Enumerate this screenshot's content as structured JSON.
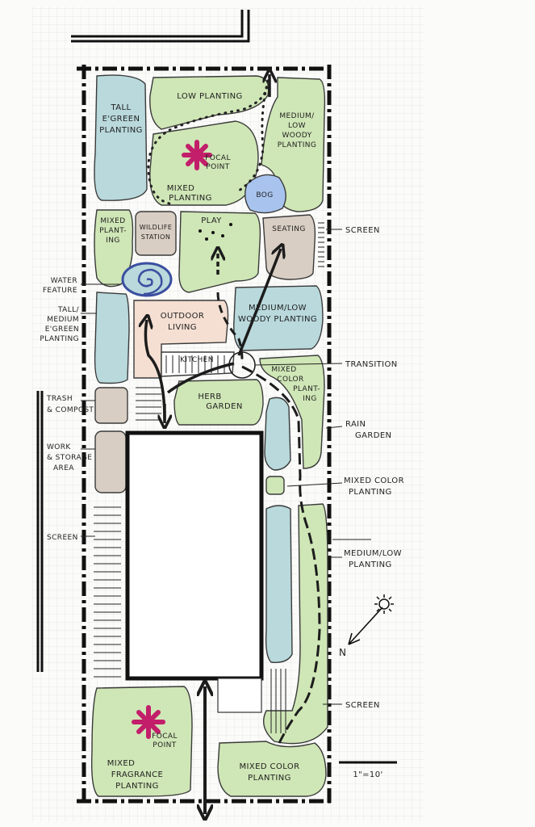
{
  "labels": {
    "tall_egreen": [
      "TALL",
      "E'GREEN",
      "PLANTING"
    ],
    "low_planting": [
      "LOW PLANTING"
    ],
    "medium_low_woody_top": [
      "MEDIUM/",
      "LOW",
      "WOODY",
      "PLANTING"
    ],
    "focal_point_top": [
      "FOCAL",
      "POINT"
    ],
    "mixed_planting": [
      "MIXED",
      "PLANTING"
    ],
    "bog": [
      "BOG"
    ],
    "mixed_planting_left": [
      "MIXED",
      "PLANT-",
      "ING"
    ],
    "wildlife_station": [
      "WILDLIFE",
      "STATION"
    ],
    "play": [
      "PLAY"
    ],
    "seating": [
      "SEATING"
    ],
    "screen_top": [
      "SCREEN"
    ],
    "water_feature": [
      "WATER",
      "FEATURE"
    ],
    "outdoor_living": [
      "OUTDOOR",
      "LIVING"
    ],
    "medium_low_woody_mid": [
      "MEDIUM/LOW",
      "WOODY PLANTING"
    ],
    "tall_medium_egreen": [
      "TALL/",
      "MEDIUM",
      "E'GREEN",
      "PLANTING"
    ],
    "kitchen": [
      "KITCHEN"
    ],
    "transition": [
      "TRANSITION"
    ],
    "mixed_color_mid": [
      "MIXED",
      "COLOR",
      "PLANT-",
      "ING"
    ],
    "trash_compost": [
      "TRASH",
      "& COMPOST"
    ],
    "herb_garden": [
      "HERB",
      "GARDEN"
    ],
    "rain_garden": [
      "RAIN",
      "GARDEN"
    ],
    "work_storage": [
      "WORK",
      "& STORAGE",
      "AREA"
    ],
    "mixed_color_planting_right": [
      "MIXED COLOR",
      "PLANTING"
    ],
    "screen_left": [
      "SCREEN"
    ],
    "medium_low_planting": [
      "MEDIUM/LOW",
      "PLANTING"
    ],
    "north": [
      "N"
    ],
    "screen_bottom": [
      "SCREEN"
    ],
    "focal_point_bottom": [
      "FOCAL",
      "POINT"
    ],
    "mixed_fragrance": [
      "MIXED",
      "FRAGRANCE",
      "PLANTING"
    ],
    "mixed_color_bottom": [
      "MIXED COLOR",
      "PLANTING"
    ],
    "scale": [
      "1\"=10'"
    ]
  },
  "colors": {
    "green_fill": "#cfe6b6",
    "blue_fill": "#b9d9dc",
    "bog_blue": "#a8c4ee",
    "outdoor_living_fill": "#f4dfd2",
    "storage_fill": "#d9cec3",
    "focal_magenta": "#c21e6a",
    "water_blue": "#3b4fa0",
    "ink": "#1c1c1c",
    "grid": "#e3e4e6"
  },
  "icons": [
    "focal-point-asterisk-icon",
    "water-spiral-icon",
    "north-arrow-icon",
    "sun-icon",
    "double-arrow-icon"
  ]
}
